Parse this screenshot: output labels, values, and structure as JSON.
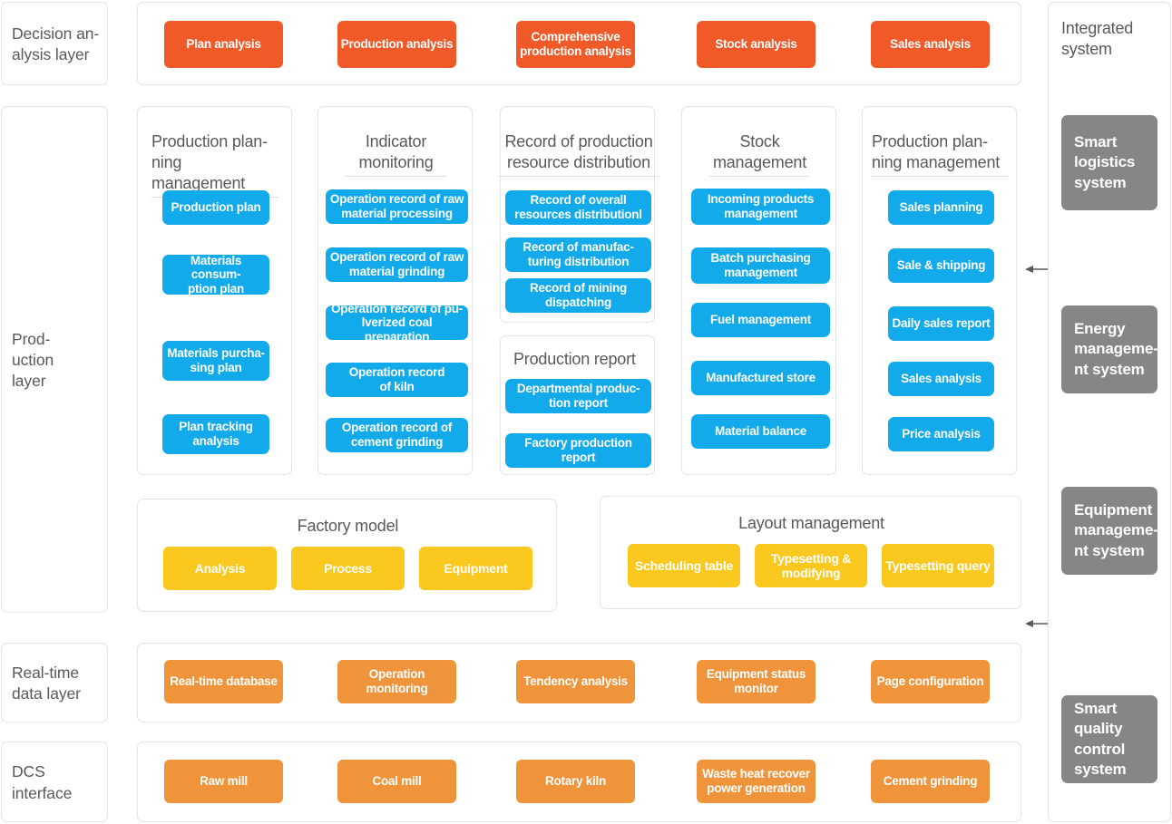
{
  "layers": [
    {
      "id": "decision",
      "label": "Decision an-\nalysis  layer"
    },
    {
      "id": "production",
      "label": "Prod-\nuction\nlayer"
    },
    {
      "id": "realtime",
      "label": "Real-time\ndata layer"
    },
    {
      "id": "dcs",
      "label": "DCS\ninterface"
    }
  ],
  "decision_layer": {
    "items": [
      {
        "label": "Plan analysis"
      },
      {
        "label": "Production analysis"
      },
      {
        "label": "Comprehensive\nproduction analysis"
      },
      {
        "label": "Stock analysis"
      },
      {
        "label": "Sales analysis"
      }
    ]
  },
  "production_layer": {
    "cards": [
      {
        "title": "Production plan-\nning management",
        "items": [
          {
            "label": "Production plan"
          },
          {
            "label": "Materials consum-\nption plan"
          },
          {
            "label": "Materials purcha-\nsing plan"
          },
          {
            "label": "Plan tracking\nanalysis"
          }
        ]
      },
      {
        "title": "Indicator\nmonitoring",
        "items": [
          {
            "label": "Operation record of raw\nmaterial processing"
          },
          {
            "label": "Operation record of raw\nmaterial grinding"
          },
          {
            "label": "Operation record of pu-\nlverized coal preparation"
          },
          {
            "label": "Operation record\nof kiln"
          },
          {
            "label": "Operation record of\ncement grinding"
          }
        ]
      },
      {
        "title": "Record of production\nresource distribution",
        "items": [
          {
            "label": "Record of overall\nresources distributionl"
          },
          {
            "label": "Record of manufac-\nturing distribution"
          },
          {
            "label": "Record of mining\ndispatching"
          }
        ]
      },
      {
        "title": "Production report",
        "items": [
          {
            "label": "Departmental produc-\ntion report"
          },
          {
            "label": "Factory production\nreport"
          }
        ]
      },
      {
        "title": "Stock\nmanagement",
        "items": [
          {
            "label": "Incoming products\nmanagement"
          },
          {
            "label": "Batch purchasing\nmanagement"
          },
          {
            "label": "Fuel management"
          },
          {
            "label": "Manufactured store"
          },
          {
            "label": "Material balance"
          }
        ]
      },
      {
        "title": "Production plan-\nning management",
        "items": [
          {
            "label": "Sales planning"
          },
          {
            "label": "Sale & shipping"
          },
          {
            "label": "Daily sales report"
          },
          {
            "label": "Sales analysis"
          },
          {
            "label": "Price analysis"
          }
        ]
      }
    ],
    "factory_model": {
      "title": "Factory model",
      "items": [
        {
          "label": "Analysis"
        },
        {
          "label": "Process"
        },
        {
          "label": "Equipment"
        }
      ]
    },
    "layout_management": {
      "title": "Layout management",
      "items": [
        {
          "label": "Scheduling table"
        },
        {
          "label": "Typesetting &\nmodifying"
        },
        {
          "label": "Typesetting query"
        }
      ]
    }
  },
  "realtime_layer": {
    "items": [
      {
        "label": "Real-time database"
      },
      {
        "label": "Operation monitoring"
      },
      {
        "label": "Tendency analysis"
      },
      {
        "label": "Equipment status\nmonitor"
      },
      {
        "label": "Page configuration"
      }
    ]
  },
  "dcs_layer": {
    "items": [
      {
        "label": "Raw mill"
      },
      {
        "label": "Coal mill"
      },
      {
        "label": "Rotary kiln"
      },
      {
        "label": "Waste heat recover\npower generation"
      },
      {
        "label": "Cement grinding"
      }
    ]
  },
  "integrated_system": {
    "title": "Integrated\nsystem",
    "items": [
      {
        "label": "Smart\nlogistics\nsystem"
      },
      {
        "label": "Energy\nmanageme-\nnt system"
      },
      {
        "label": "Equipment\nmanageme-\nnt system"
      },
      {
        "label": "Smart\nquality\ncontrol\nsystem"
      }
    ]
  },
  "colors": {
    "decision_chip": "#f05a28",
    "production_chip": "#12aaeb",
    "model_chip": "#fac81e",
    "realtime_chip": "#f0943c",
    "integrated_chip": "#868686",
    "text": "#58595b",
    "border": "#e3e3e3"
  }
}
